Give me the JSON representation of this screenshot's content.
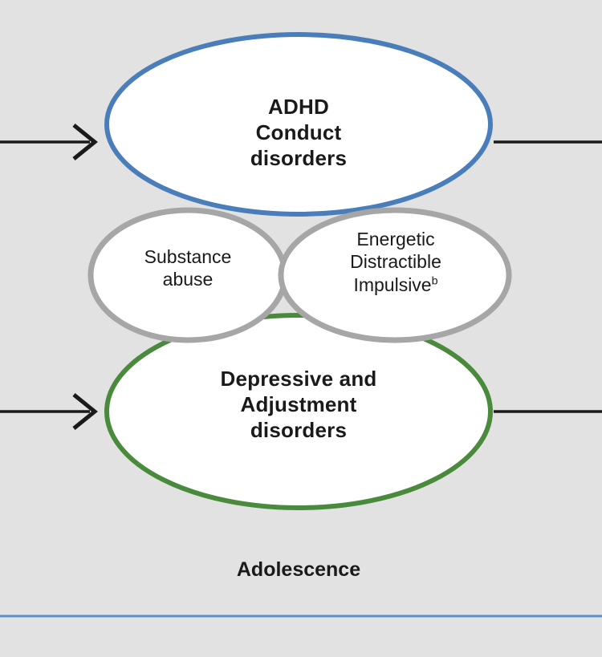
{
  "figure": {
    "background_color": "#e2e2e2",
    "stage_label": "Adolescence",
    "footnote_marker": "b"
  },
  "nodes": {
    "top": {
      "id": "adhd-conduct-disorders",
      "text": "ADHD\nConduct\ndisorders",
      "outline_color": "#4a7ebb",
      "fill_color": "#ffffff",
      "emphasis": "bold"
    },
    "middle_left": {
      "id": "substance-abuse",
      "text": "Substance\nabuse",
      "outline_color": "#a6a6a6",
      "fill_color": "#ffffff",
      "emphasis": "normal"
    },
    "middle_right": {
      "id": "energetic-distractible-impulsive",
      "text": "Energetic\nDistractible\nImpulsive",
      "outline_color": "#a6a6a6",
      "fill_color": "#ffffff",
      "emphasis": "normal"
    },
    "bottom": {
      "id": "depressive-adjustment-disorders",
      "text": "Depressive and\nAdjustment\ndisorders",
      "outline_color": "#4a8a3c",
      "fill_color": "#ffffff",
      "emphasis": "bold"
    }
  },
  "connectors": {
    "line_color": "#1a1a1a",
    "incoming": [
      {
        "name": "arrow-into-adhd",
        "direction": "right",
        "has_arrowhead": true
      },
      {
        "name": "arrow-into-depressive",
        "direction": "right",
        "has_arrowhead": true
      }
    ],
    "outgoing": [
      {
        "name": "line-from-adhd",
        "direction": "right",
        "has_arrowhead": false
      },
      {
        "name": "line-from-depressive",
        "direction": "right",
        "has_arrowhead": false
      }
    ]
  },
  "rule": {
    "name": "bottom-divider",
    "color": "#5b8fc9"
  }
}
